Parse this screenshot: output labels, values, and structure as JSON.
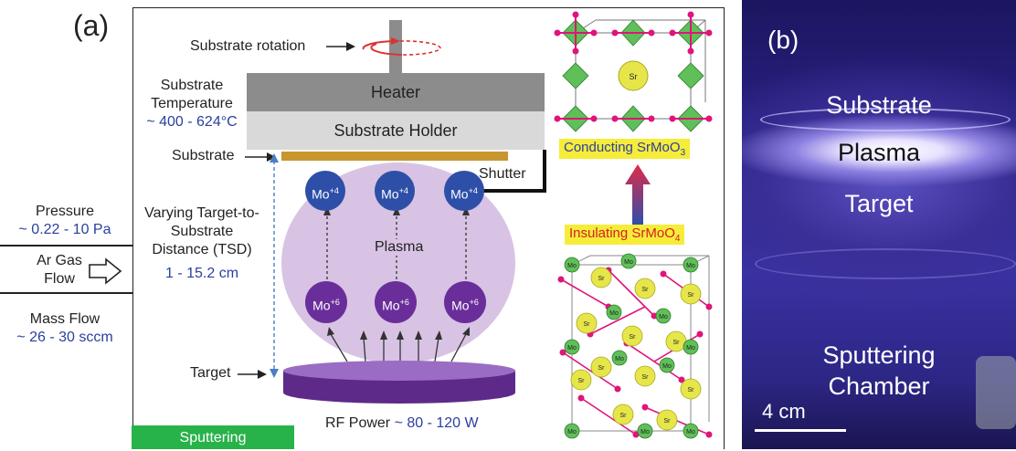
{
  "panel_a": {
    "label": "(a)",
    "substrate_rotation": "Substrate rotation",
    "substrate_temperature": {
      "label_line1": "Substrate",
      "label_line2": "Temperature",
      "value": "~ 400 - 624°C"
    },
    "heater": "Heater",
    "substrate_holder": "Substrate Holder",
    "substrate": "Substrate",
    "shutter": "Shutter",
    "pressure": {
      "label": "Pressure",
      "value": "~ 0.22 - 10 Pa"
    },
    "ar_gas_flow": {
      "line1": "Ar Gas",
      "line2": "Flow"
    },
    "mass_flow": {
      "label": "Mass Flow",
      "value": "~ 26 - 30 sccm"
    },
    "tsd": {
      "line1": "Varying Target-to-",
      "line2": "Substrate",
      "line3": "Distance (TSD)",
      "value": "1 - 15.2 cm"
    },
    "plasma": "Plasma",
    "target": "Target",
    "rf_power": {
      "label": "RF Power",
      "value": "~ 80 - 120 W"
    },
    "sputtering_tab": "Sputtering",
    "ions_top": [
      {
        "base": "Mo",
        "charge": "+4"
      },
      {
        "base": "Mo",
        "charge": "+4"
      },
      {
        "base": "Mo",
        "charge": "+4"
      }
    ],
    "ions_bottom": [
      {
        "base": "Mo",
        "charge": "+6"
      },
      {
        "base": "Mo",
        "charge": "+6"
      },
      {
        "base": "Mo",
        "charge": "+6"
      }
    ],
    "conducting": {
      "text": "Conducting SrMoO",
      "sub": "3"
    },
    "insulating": {
      "text": "Insulating SrMoO",
      "sub": "4"
    },
    "atom_sr": "Sr",
    "atom_mo": "Mo",
    "colors": {
      "ion_top": "#2e4fa8",
      "ion_bottom": "#6a2e9a",
      "plasma_cloud": "#d8c3e4",
      "target": "#7a3fa6",
      "substrate_bar": "#c8962e",
      "heater": "#8c8c8c",
      "holder": "#d9d9d9",
      "highlight": "#f6ec3a",
      "sputtering_green": "#27b24a"
    }
  },
  "panel_b": {
    "label": "(b)",
    "substrate": "Substrate",
    "plasma": "Plasma",
    "target": "Target",
    "chamber_line1": "Sputtering",
    "chamber_line2": "Chamber",
    "scale": "4 cm"
  }
}
